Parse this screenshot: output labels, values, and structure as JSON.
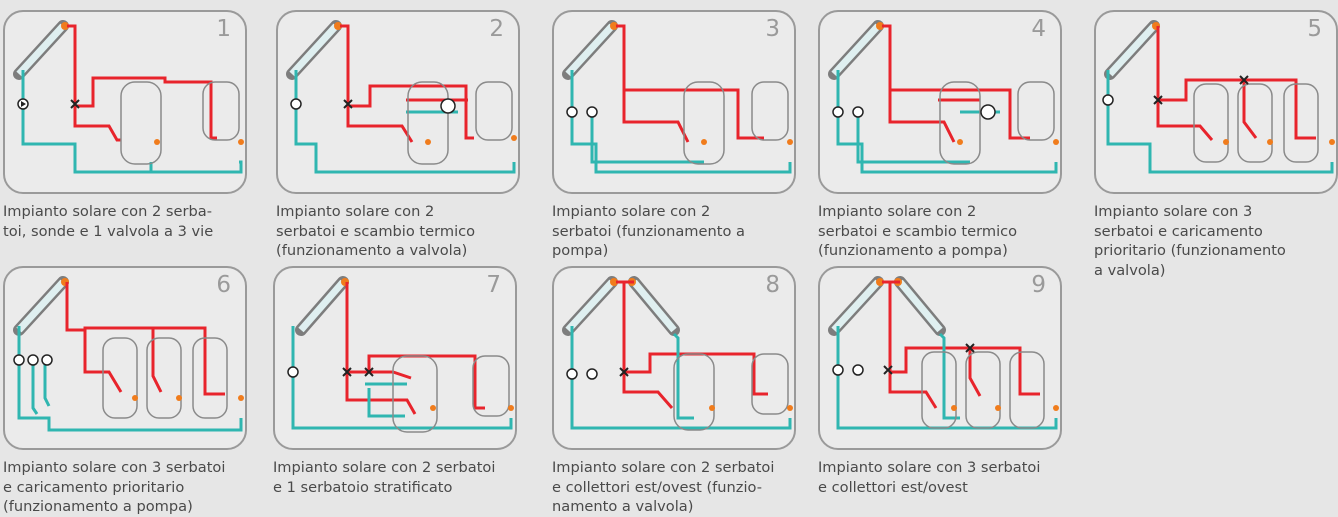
{
  "colors": {
    "hot": "#e8242c",
    "cold": "#2fb6b0",
    "sensor": "#f07c1c",
    "tank": "#8a8a8a"
  },
  "schemes": [
    {
      "number": "1",
      "caption": "Impianto solare con 2 serba-\ntoi, sonde e 1 valvola a 3 vie"
    },
    {
      "number": "2",
      "caption": "Impianto solare con 2\nserbatoi e scambio termico\n(funzionamento a valvola)"
    },
    {
      "number": "3",
      "caption": "Impianto solare con 2\nserbatoi (funzionamento a\npompa)"
    },
    {
      "number": "4",
      "caption": "Impianto solare con 2\nserbatoi e scambio termico\n(funzionamento a pompa)"
    },
    {
      "number": "5",
      "caption": "Impianto solare con 3\nserbatoi e caricamento\nprioritario (funzionamento\na valvola)"
    },
    {
      "number": "6",
      "caption": "Impianto solare con 3 serbatoi\ne caricamento prioritario\n(funzionamento a pompa)"
    },
    {
      "number": "7",
      "caption": "Impianto solare con 2 serbatoi\ne 1 serbatoio stratificato"
    },
    {
      "number": "8",
      "caption": "Impianto solare con 2 serbatoi\ne collettori est/ovest (funzio-\nnamento a valvola)"
    },
    {
      "number": "9",
      "caption": "Impianto solare con 3 serbatoi\ne collettori est/ovest"
    }
  ]
}
